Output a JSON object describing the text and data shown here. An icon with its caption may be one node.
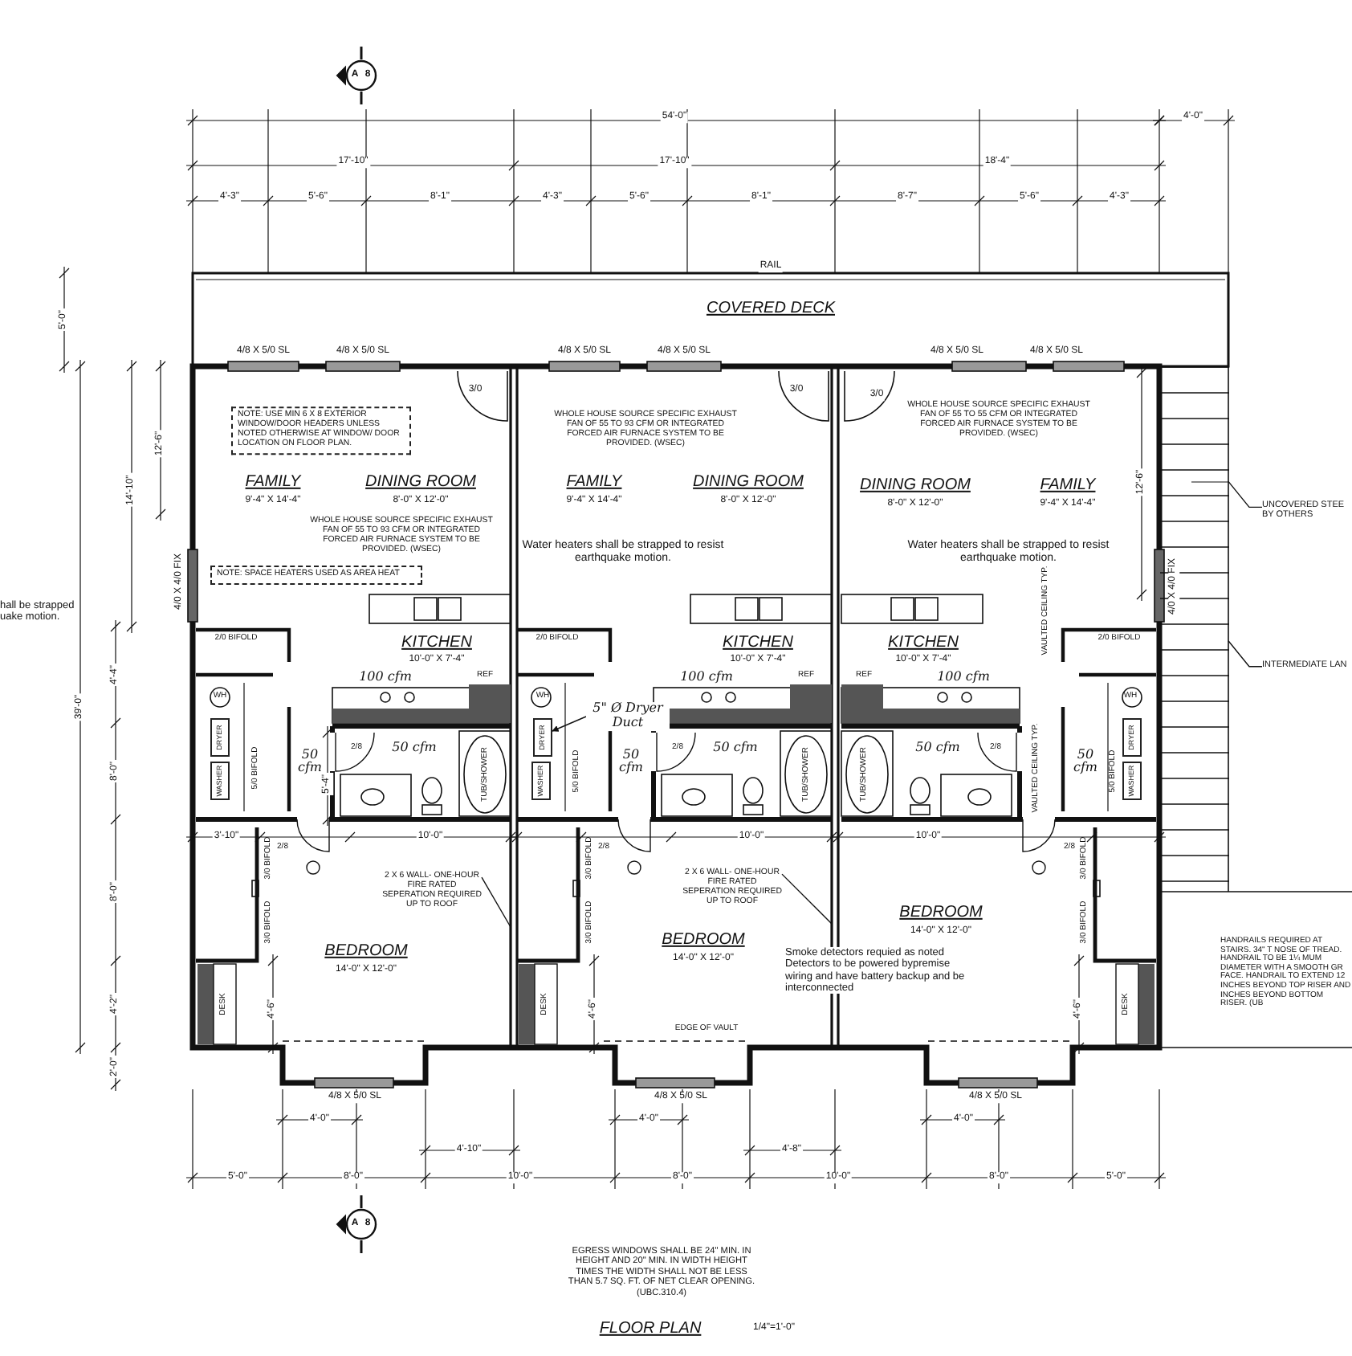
{
  "diagram": {
    "title": "FLOOR PLAN",
    "nodes": [
      {
        "text": [
          "NOTE: USE MIN 6 X 8 EXTERIOR WINDOW/DOOR HEADERS UNLESS NOTED OTHERWISE AT WINDOW/ DOOR LOCATION ON FLOOR PLAN."
        ]
      },
      {
        "text": [
          "NOTE: SPACE HEATERS USED AS AREA HEAT"
        ]
      },
      {
        "text": [
          "5\" Ø Dryer Duct"
        ]
      },
      {
        "text": [
          "DRYER"
        ]
      },
      {
        "text": [
          "2 X 6 WALL- ONE-HOUR FIRE RATED SEPERATION REQUIRED UP TO ROOF"
        ]
      },
      {
        "text": [
          "2 X 6 WALL- ONE-HOUR FIRE RATED SEPERATION REQUIRED UP TO ROOF"
        ]
      },
      {
        "text": [],
        "shape": "stairs"
      },
      {
        "text": [
          "UNCOVERED STEE BY OTHERS"
        ]
      },
      {
        "text": [
          "INTERMEDIATE LAN"
        ]
      }
    ],
    "edges": [
      {
        "from": 7,
        "to": 6,
        "arrow": "none"
      },
      {
        "from": 8,
        "to": 6,
        "arrow": "none"
      },
      {
        "from": 4,
        "to": null,
        "arrow": "none"
      },
      {
        "from": 5,
        "to": null,
        "arrow": "none"
      },
      {
        "from": 2,
        "to": 3,
        "arrow": "to"
      }
    ],
    "labels": [
      "54'-0\"",
      "4'-0\"",
      "17'-10\"",
      "17'-10\"",
      "18'-4\"",
      "4'-3\"",
      "5'-6\"",
      "8'-1\"",
      "4'-3\"",
      "5'-6\"",
      "8'-1\"",
      "8'-7\"",
      "5'-6\"",
      "4'-3\"",
      "RAIL",
      "COVERED DECK",
      "5'-0\"",
      "4/8 X 5/0 SL",
      "4/8 X 5/0 SL",
      "4/8 X 5/0 SL",
      "4/8 X 5/0 SL",
      "4/8 X 5/0 SL",
      "4/8 X 5/0 SL",
      "12'-6\"",
      "14'-10\"",
      "39'-0\"",
      "4/0 X 4/0 FIX",
      "hall be strapped uake motion.",
      "4'-4\"",
      "8'-0\"",
      "8'-0\"",
      "4'-2\"",
      "2'-0\"",
      "3/0",
      "FAMILY",
      "9'-4\" X 14'-4\"",
      "DINING ROOM",
      "8'-0\" X 12'-0\"",
      "WHOLE HOUSE SOURCE SPECIFIC EXHAUST FAN OF 55 TO 93 CFM OR INTEGRATED FORCED AIR FURNACE SYSTEM TO BE PROVIDED. (WSEC)",
      "KITCHEN",
      "10'-0\" X 7'-4\"",
      "100 cfm",
      "REF",
      "2/0 BIFOLD",
      "WH",
      "DRYER",
      "WASHER",
      "5/0 BIFOLD",
      "50 cfm",
      "2/8",
      "50 cfm",
      "5'-4\"",
      "TUB/SHOWER",
      "3'-10\"",
      "2/8",
      "10'-0\"",
      "3/0 BIFOLD",
      "3/0 BIFOLD",
      "BEDROOM",
      "14'-0\" X 12'-0\"",
      "DESK",
      "4'-6\"",
      "4/8 X 5/0 SL",
      "3/0",
      "WHOLE HOUSE SOURCE SPECIFIC EXHAUST FAN OF 55 TO 93 CFM OR INTEGRATED FORCED AIR FURNACE SYSTEM TO BE PROVIDED. (WSEC)",
      "FAMILY",
      "9'-4\" X 14'-4\"",
      "DINING ROOM",
      "8'-0\" X 12'-0\"",
      "Water heaters shall be strapped to resist earthquake motion.",
      "KITCHEN",
      "10'-0\" X 7'-4\"",
      "100 cfm",
      "REF",
      "2/0 BIFOLD",
      "WH",
      "WASHER",
      "5/0 BIFOLD",
      "50 cfm",
      "2/8",
      "50 cfm",
      "TUB/SHOWER",
      "2/8",
      "10'-0\"",
      "3/0 BIFOLD",
      "3/0 BIFOLD",
      "BEDROOM",
      "14'-0\" X 12'-0\"",
      "DESK",
      "4'-6\"",
      "EDGE OF VAULT",
      "Smoke detectors requied as noted Detectors to be powered bypremise wiring and have battery backup and be interconnected",
      "4/8 X 5/0 SL",
      "3/0",
      "WHOLE HOUSE SOURCE SPECIFIC EXHAUST FAN OF 55 TO 55 CFM OR INTEGRATED FORCED AIR FURNACE SYSTEM TO BE PROVIDED. (WSEC)",
      "DINING ROOM",
      "8'-0\" X 12'-0\"",
      "FAMILY",
      "9'-4\" X 14'-4\"",
      "12'-6\"",
      "Water heaters shall be strapped to resist earthquake motion.",
      "4/0 X 4/0 FIX",
      "KITCHEN",
      "10'-0\" X 7'-4\"",
      "REF",
      "100 cfm",
      "VAULTED CEILING TYP.",
      "2/0 BIFOLD",
      "WH",
      "DRYER",
      "WASHER",
      "VAULTED CEILING TYP.",
      "5/0 BIFOLD",
      "50 cfm",
      "2/8",
      "50 cfm",
      "TUB/SHOWER",
      "10'-0\"",
      "2/8",
      "3/0 BIFOLD",
      "3/0 BIFOLD",
      "BEDROOM",
      "14'-0\" X 12'-0\"",
      "4'-6\"",
      "DESK",
      "4/8 X 5/0 SL",
      "HANDRAILS REQUIRED AT STAIRS. 34\" T NOSE OF TREAD. HANDRAIL TO BE 1¼ MUM DIAMETER WITH A SMOOTH GR FACE. HANDRAIL TO EXTEND 12 INCHES BEYOND TOP RISER AND INCHES BEYOND BOTTOM RISER. (UB",
      "4'-0\"",
      "4'-0\"",
      "4'-0\"",
      "4'-10\"",
      "4'-8\"",
      "5'-0\"",
      "8'-0\"",
      "10'-0\"",
      "8'-0\"",
      "10'-0\"",
      "8'-0\"",
      "5'-0\"",
      "EGRESS WINDOWS SHALL BE 24\" MIN. IN HEIGHT AND 20\" MIN. IN WIDTH HEIGHT TIMES THE WIDTH SHALL NOT BE LESS THAN 5.7 SQ. FT. OF NET CLEAR OPENING. (UBC.310.4)",
      "1/4\"=1'-0\"",
      "A",
      "8",
      "A",
      "8"
    ]
  }
}
